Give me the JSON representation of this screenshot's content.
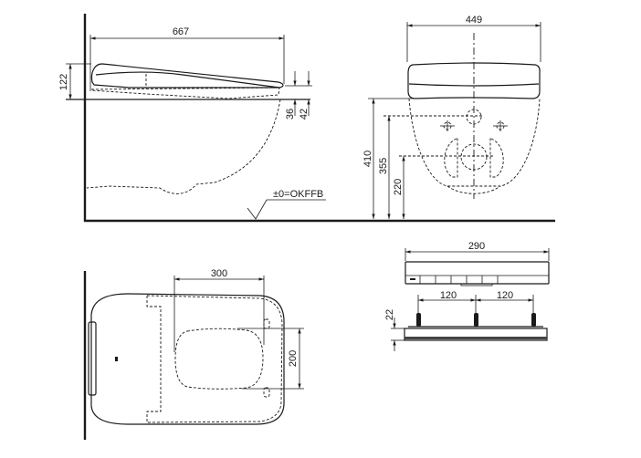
{
  "side_view": {
    "dim_length": "667",
    "dim_seat_height": "122",
    "dim_a": "36",
    "dim_b": "42",
    "floor_label": "±0=OKFFB"
  },
  "front_view": {
    "dim_width": "449",
    "dim_410": "410",
    "dim_355": "355",
    "dim_220": "220"
  },
  "top_view": {
    "dim_300": "300",
    "dim_200": "200"
  },
  "remote": {
    "dim_width": "290",
    "dim_spacing_1": "120",
    "dim_spacing_2": "120",
    "dim_height": "22"
  }
}
